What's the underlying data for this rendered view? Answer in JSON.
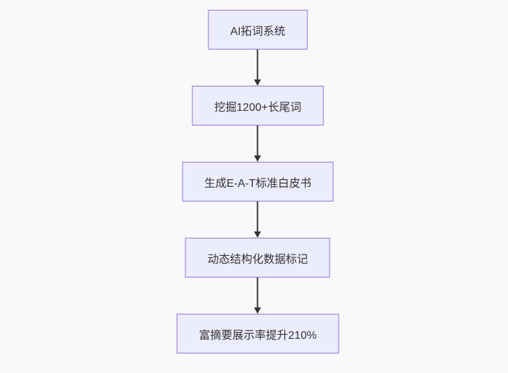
{
  "flowchart": {
    "direction": "top-down",
    "nodes": [
      {
        "id": "step-1",
        "label": "AI拓词系统"
      },
      {
        "id": "step-2",
        "label": "挖掘1200+长尾词"
      },
      {
        "id": "step-3",
        "label": "生成E-A-T标准白皮书"
      },
      {
        "id": "step-4",
        "label": "动态结构化数据标记"
      },
      {
        "id": "step-5",
        "label": "富摘要展示率提升210%"
      }
    ],
    "edges": [
      {
        "from": "step-1",
        "to": "step-2"
      },
      {
        "from": "step-2",
        "to": "step-3"
      },
      {
        "from": "step-3",
        "to": "step-4"
      },
      {
        "from": "step-4",
        "to": "step-5"
      }
    ],
    "colors": {
      "node_fill": "#ECECFF",
      "node_border": "#9370DB",
      "node_text": "#333333",
      "arrow": "#333333",
      "background": "#f9f9f9"
    }
  }
}
